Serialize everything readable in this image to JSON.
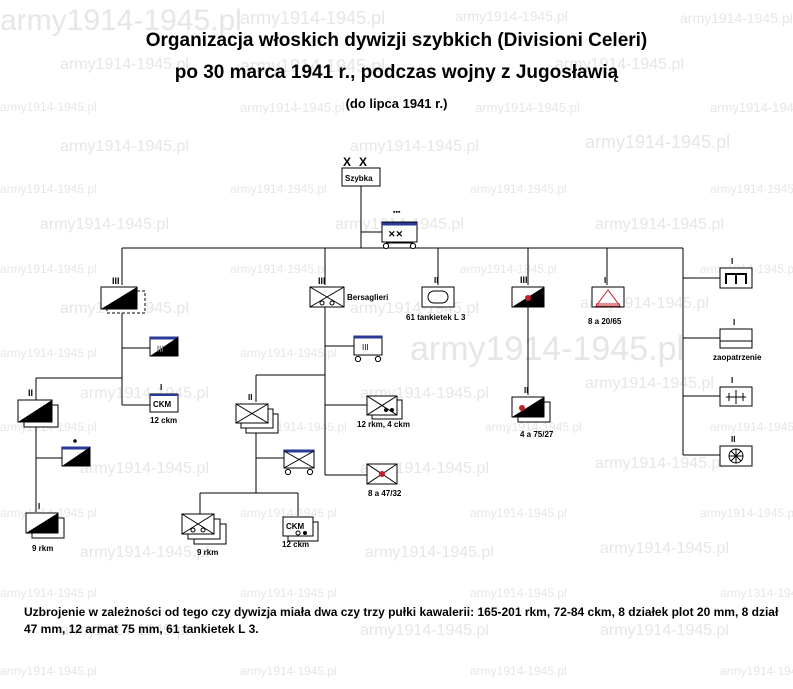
{
  "watermark": "army1914-1945.pl",
  "watermark_variant": "army1314-1945.pl",
  "title": {
    "line1": "Organizacja włoskich dywizji szybkich (Divisioni Celeri)",
    "line2": "po 30 marca 1941 r., podczas wojny z Jugosławią",
    "line3": "(do lipca 1941 r.)"
  },
  "units": {
    "division": "Szybka",
    "bersaglieri": "Bersaglieri",
    "tankettes": "61 tankietek L 3",
    "aa": "8 a 20/65",
    "supply": "zaopatrzenie",
    "artillery": "4 a 75/27",
    "cav_mg_sq": "CKM",
    "cav_mg": "12 ckm",
    "cav_rkm": "9 rkm",
    "bers_mixed": "12 rkm, 4 ckm",
    "antitank": "8 a 47/32",
    "bers_rkm": "9 rkm",
    "bers_mg_sq": "CKM",
    "bers_mg": "12 ckm"
  },
  "note": "Uzbrojenie w zależności od tego czy dywizja miała dwa czy trzy pułki kawalerii: 165-201 rkm, 72-84 ckm, 8 działek plot 20 mm, 8 dział 47 mm, 12 armat 75 mm, 61 tankietek L 3."
}
